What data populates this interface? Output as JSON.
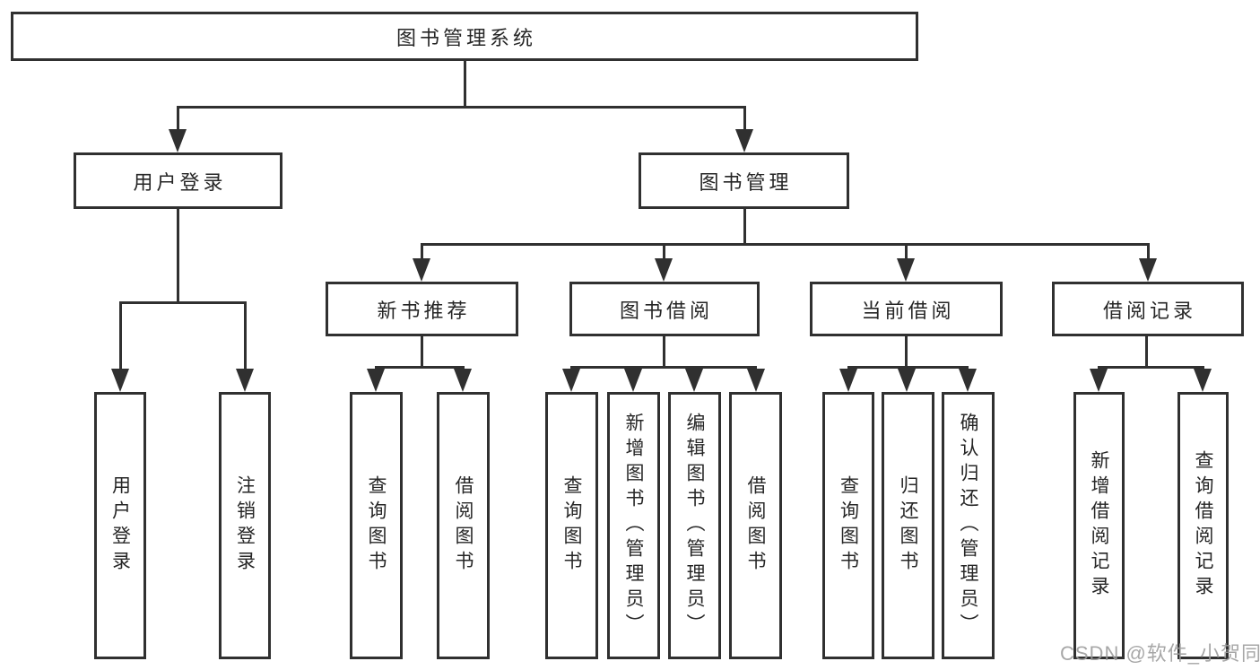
{
  "colors": {
    "line": "#303030",
    "text": "#262626",
    "background": "#ffffff",
    "watermark": "#9b9b9b"
  },
  "watermark": {
    "text": "CSDN @软件_小贺同学"
  },
  "tree": {
    "root": {
      "label": "图书管理系统",
      "children": [
        {
          "label": "用户登录",
          "children": [
            {
              "label": "用户登录"
            },
            {
              "label": "注销登录"
            }
          ]
        },
        {
          "label": "图书管理",
          "children": [
            {
              "label": "新书推荐",
              "children": [
                {
                  "label": "查询图书"
                },
                {
                  "label": "借阅图书"
                }
              ]
            },
            {
              "label": "图书借阅",
              "children": [
                {
                  "label": "查询图书"
                },
                {
                  "label": "新增图书（管理员）"
                },
                {
                  "label": "编辑图书（管理员）"
                },
                {
                  "label": "借阅图书"
                }
              ]
            },
            {
              "label": "当前借阅",
              "children": [
                {
                  "label": "查询图书"
                },
                {
                  "label": "归还图书"
                },
                {
                  "label": "确认归还（管理员）"
                }
              ]
            },
            {
              "label": "借阅记录",
              "children": [
                {
                  "label": "新增借阅记录"
                },
                {
                  "label": "查询借阅记录"
                }
              ]
            }
          ]
        }
      ]
    }
  }
}
